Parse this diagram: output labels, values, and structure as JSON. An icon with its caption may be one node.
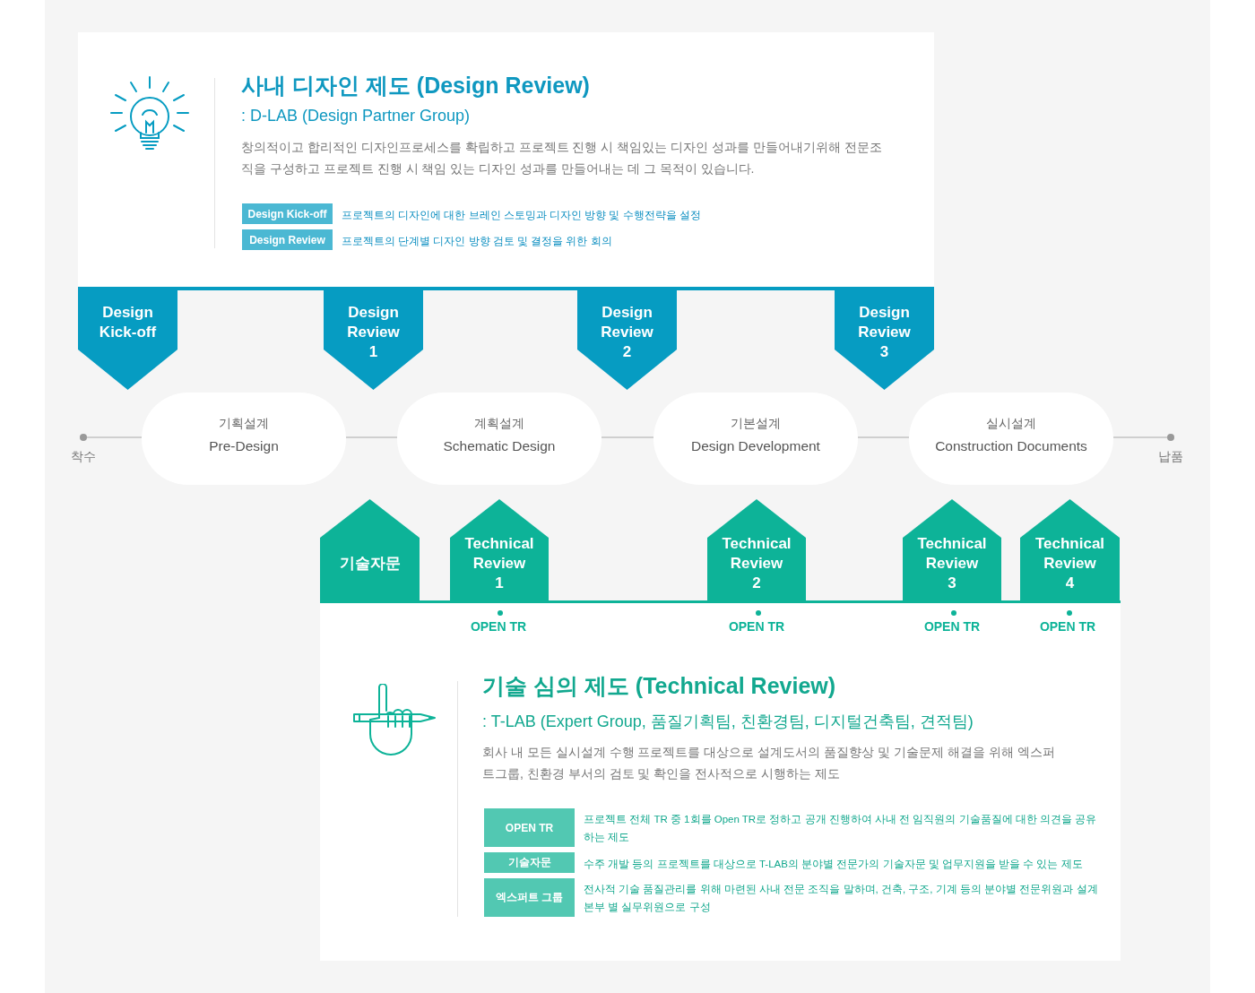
{
  "diagram": {
    "nodes": [
      {
        "text": [
          "사내 디자인 제도 (Design Review)",
          ": D-LAB (Design Partner Group)",
          "창의적이고 합리적인 디자인프로세스를 확립하고 프로젝트 진행 시 책임있는 디자인 성과를 만들어내기위해 전문조직을 구성하고 프로젝트 진행 시 책임 있는 디자인 성과를 만들어내는 데 그 목적이 있습니다."
        ]
      },
      {
        "text": [
          "Design Kick-off"
        ],
        "in": 0,
        "beside": [
          "프로젝트의 디자인에 대한 브레인 스토밍과 디자인 방향 및 수행전략을 설정"
        ]
      },
      {
        "text": [
          "Design Review"
        ],
        "in": 0,
        "beside": [
          "프로젝트의 단계별 디자인 방향 검토 및 결정을 위한 회의"
        ]
      },
      {
        "text": [
          "Design Kick-off"
        ]
      },
      {
        "text": [
          "Design Review 1"
        ]
      },
      {
        "text": [
          "Design Review 2"
        ]
      },
      {
        "text": [
          "Design Review 3"
        ]
      },
      {
        "text": [],
        "shape": "circle",
        "beside": [
          "착수"
        ]
      },
      {
        "text": [
          "기획설계",
          "Pre-Design"
        ]
      },
      {
        "text": [
          "계획설계",
          "Schematic Design"
        ]
      },
      {
        "text": [
          "기본설계",
          "Design Development"
        ]
      },
      {
        "text": [
          "실시설계",
          "Construction Documents"
        ]
      },
      {
        "text": [],
        "shape": "circle",
        "beside": [
          "납품"
        ]
      },
      {
        "text": [
          "기술자문"
        ]
      },
      {
        "text": [
          "Technical Review 1"
        ]
      },
      {
        "text": [
          "Technical Review 2"
        ]
      },
      {
        "text": [
          "Technical Review 3"
        ]
      },
      {
        "text": [
          "Technical Review 4"
        ]
      },
      {
        "text": [
          "기술 심의 제도 (Technical Review)",
          ": T-LAB (Expert Group, 품질기획팀, 친환경팀, 디지털건축팀, 견적팀)",
          "회사 내 모든 실시설계 수행 프로젝트를 대상으로 설계도서의 품질향상 및 기술문제 해결을 위해 엑스퍼트그룹, 친환경 부서의 검토 및 확인을 전사적으로 시행하는 제도"
        ]
      },
      {
        "text": [
          "OPEN TR"
        ],
        "in": 18,
        "beside": [
          "프로젝트 전체 TR 중 1회를 Open TR로 정하고 공개 진행하여 사내 전 임직원의 기술품질에 대한 의견을 공유하는 제도"
        ]
      },
      {
        "text": [
          "기술자문"
        ],
        "in": 18,
        "beside": [
          "수주 개발 등의 프로젝트를 대상으로 T-LAB의 분야별 전문가의 기술자문 및 업무지원을 받을 수 있는 제도"
        ]
      },
      {
        "text": [
          "엑스퍼트 그룹"
        ],
        "in": 18,
        "beside": [
          "전사적 기술 품질관리를 위해 마련된 사내 전문 조직을 말하며, 건축, 구조, 기계 등의 분야별 전문위원과 설계 본부 별 실무위원으로 구성"
        ]
      }
    ],
    "edges": [
      {
        "from": 7,
        "to": 8,
        "arrow": "none"
      },
      {
        "from": 8,
        "to": 9,
        "arrow": "none"
      },
      {
        "from": 9,
        "to": 10,
        "arrow": "none"
      },
      {
        "from": 10,
        "to": 11,
        "arrow": "none"
      },
      {
        "from": 11,
        "to": 12,
        "arrow": "none"
      }
    ],
    "labels": [
      "OPEN TR",
      "OPEN TR",
      "OPEN TR",
      "OPEN TR"
    ]
  }
}
